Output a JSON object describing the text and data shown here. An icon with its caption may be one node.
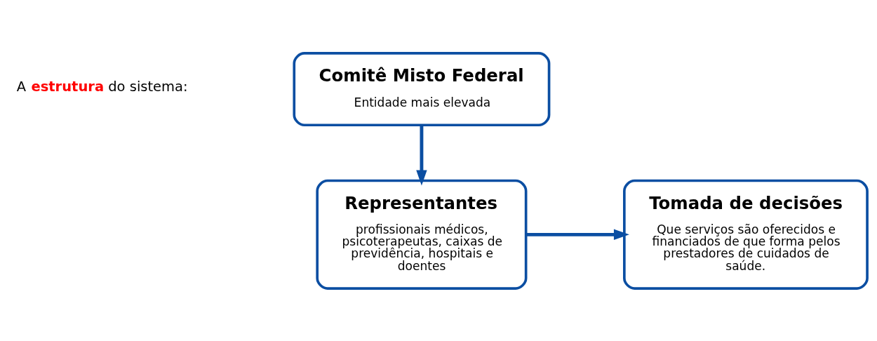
{
  "diagram": {
    "nodes": [
      {
        "text": [
          "Comitê Misto Federal",
          "Entidade mais elevada"
        ]
      },
      {
        "text": [
          "Representantes",
          "profissionais médicos, psicoterapeutas, caixas de previdência, hospitais e doentes"
        ]
      },
      {
        "text": [
          "Tomada de decisões",
          "Que serviços são oferecidos e financiados de que forma pelos prestadores de cuidados de saúde."
        ]
      }
    ],
    "edges": [
      {
        "from": 0,
        "to": 1,
        "arrow": "to"
      },
      {
        "from": 1,
        "to": 2,
        "arrow": "to"
      }
    ],
    "labels": [
      "A **estrutura** do sistema:"
    ]
  }
}
